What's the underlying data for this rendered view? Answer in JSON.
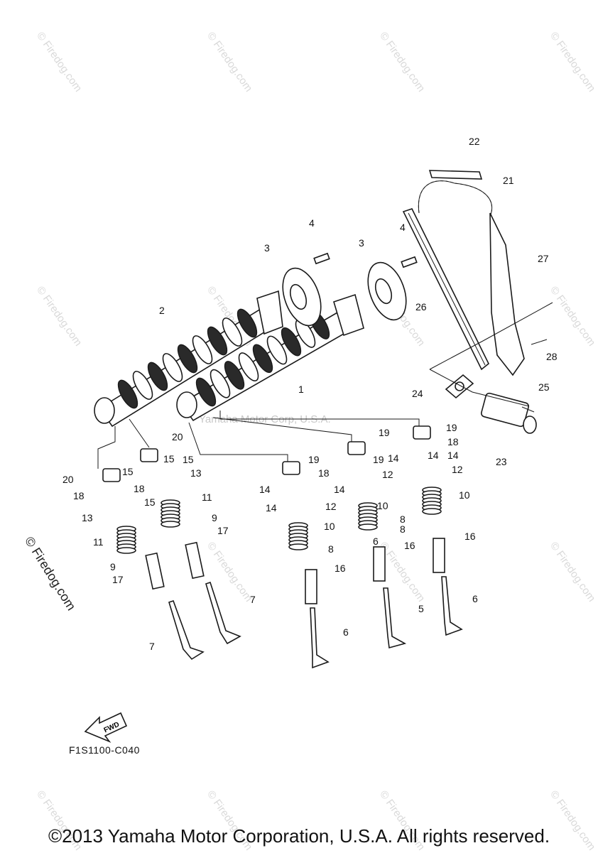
{
  "diagram": {
    "code": "F1S1100-C040",
    "copyright": "©2013 Yamaha Motor Corporation, U.S.A. All rights reserved.",
    "fwd_label": "FWD",
    "side_watermark": "© Firedog.com",
    "center_watermark": "Yamaha Motor Corp, U.S.A.",
    "tile_watermark": "© Firedog.com",
    "callouts": [
      "1",
      "2",
      "3",
      "3",
      "4",
      "4",
      "5",
      "6",
      "6",
      "6",
      "7",
      "7",
      "8",
      "8",
      "8",
      "9",
      "9",
      "10",
      "10",
      "10",
      "11",
      "11",
      "12",
      "12",
      "12",
      "13",
      "13",
      "14",
      "14",
      "14",
      "14",
      "14",
      "14",
      "15",
      "15",
      "15",
      "15",
      "16",
      "16",
      "16",
      "17",
      "17",
      "18",
      "18",
      "18",
      "18",
      "19",
      "19",
      "19",
      "19",
      "20",
      "20",
      "21",
      "22",
      "23",
      "24",
      "25",
      "26",
      "27",
      "28"
    ]
  }
}
